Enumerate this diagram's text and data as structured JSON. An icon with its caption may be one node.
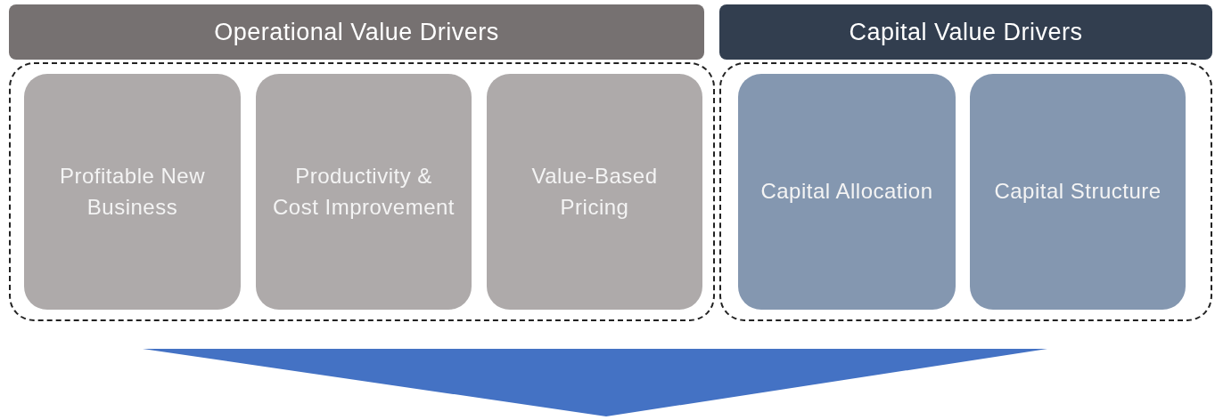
{
  "diagram": {
    "nodes": [
      {
        "text": [
          "Operational Value Drivers"
        ]
      },
      {
        "text": [
          "Profitable New Business"
        ],
        "in": 0
      },
      {
        "text": [
          "Productivity & Cost Improvement"
        ],
        "in": 0
      },
      {
        "text": [
          "Value-Based Pricing"
        ],
        "in": 0
      },
      {
        "text": [
          "Capital Value Drivers"
        ]
      },
      {
        "text": [
          "Capital Allocation"
        ],
        "in": 4
      },
      {
        "text": [
          "Capital Structure"
        ],
        "in": 4
      }
    ]
  }
}
